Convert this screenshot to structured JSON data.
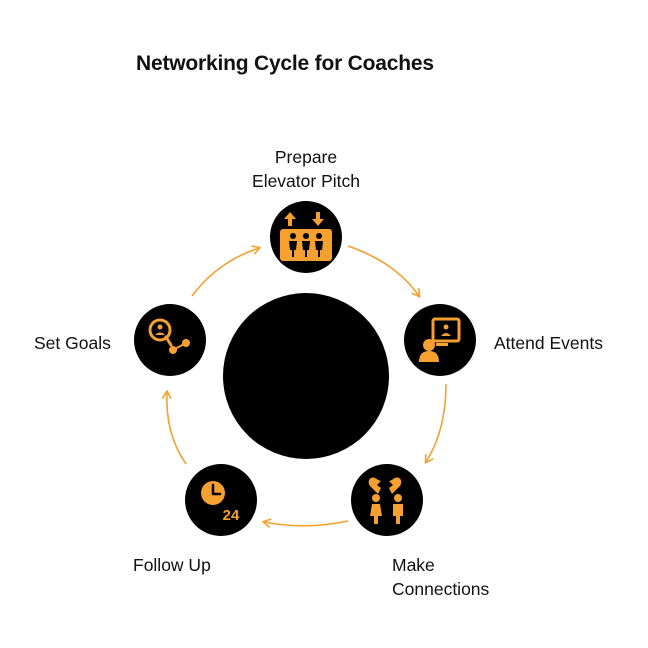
{
  "title": "Networking Cycle for Coaches",
  "colors": {
    "accent": "#F5A030",
    "node": "#000000",
    "text": "#111111"
  },
  "steps": [
    {
      "id": "prepare",
      "lines": [
        "Prepare",
        "Elevator Pitch"
      ],
      "icon": "elevator-icon"
    },
    {
      "id": "attend",
      "lines": [
        "Attend Events"
      ],
      "icon": "presentation-icon"
    },
    {
      "id": "make",
      "lines": [
        "Make",
        "Connections"
      ],
      "icon": "broken-heart-couple-icon"
    },
    {
      "id": "follow",
      "lines": [
        "Follow Up"
      ],
      "icon": "clock-24-icon"
    },
    {
      "id": "goals",
      "lines": [
        "Set Goals"
      ],
      "icon": "search-network-icon"
    }
  ]
}
